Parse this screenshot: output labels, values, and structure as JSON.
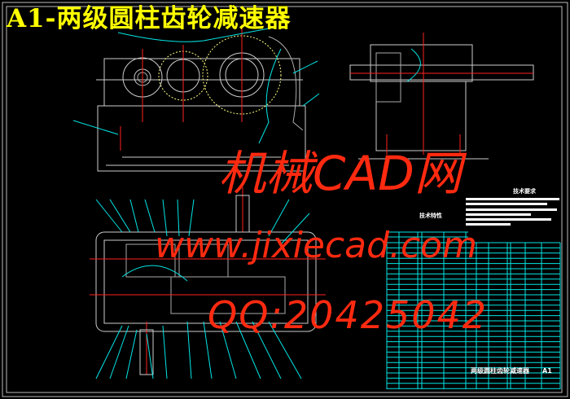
{
  "drawing": {
    "title": "A1-两级圆柱齿轮减速器",
    "sheet_size": "A1",
    "drawing_name": "两级圆柱齿轮减速器"
  },
  "watermarks": {
    "site_name": "机械CAD网",
    "url": "www.jixiecad.com",
    "qq": "QQ:20425042"
  },
  "notes": {
    "tech_requirements_title": "技术要求",
    "tech_characteristics_title": "技术特性"
  },
  "colors": {
    "background": "#000000",
    "title": "#ffff00",
    "watermark": "#ff2a10",
    "leader": "#00e5e5",
    "centerline": "#ff2020",
    "outline": "#d0d0d0",
    "gear_circle": "#ffff80"
  }
}
